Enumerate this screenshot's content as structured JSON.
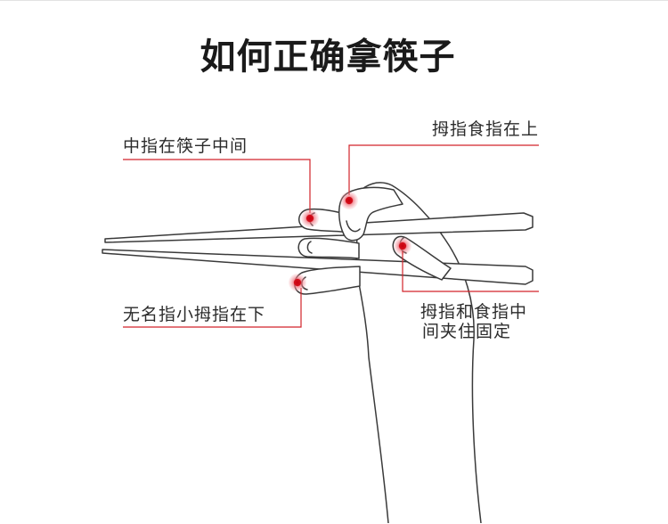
{
  "title": "如何正确拿筷子",
  "annotations": {
    "middle_finger": "中指在筷子中间",
    "thumb_index_top": "拇指食指在上",
    "ring_little_bottom": "无名指小拇指在下",
    "thumb_index_clamp": [
      "拇指和食指中",
      "间夹住固定"
    ]
  },
  "colors": {
    "accent": "#d2232a",
    "line_art": "#3a3a3a",
    "text": "#2b2b2b"
  }
}
